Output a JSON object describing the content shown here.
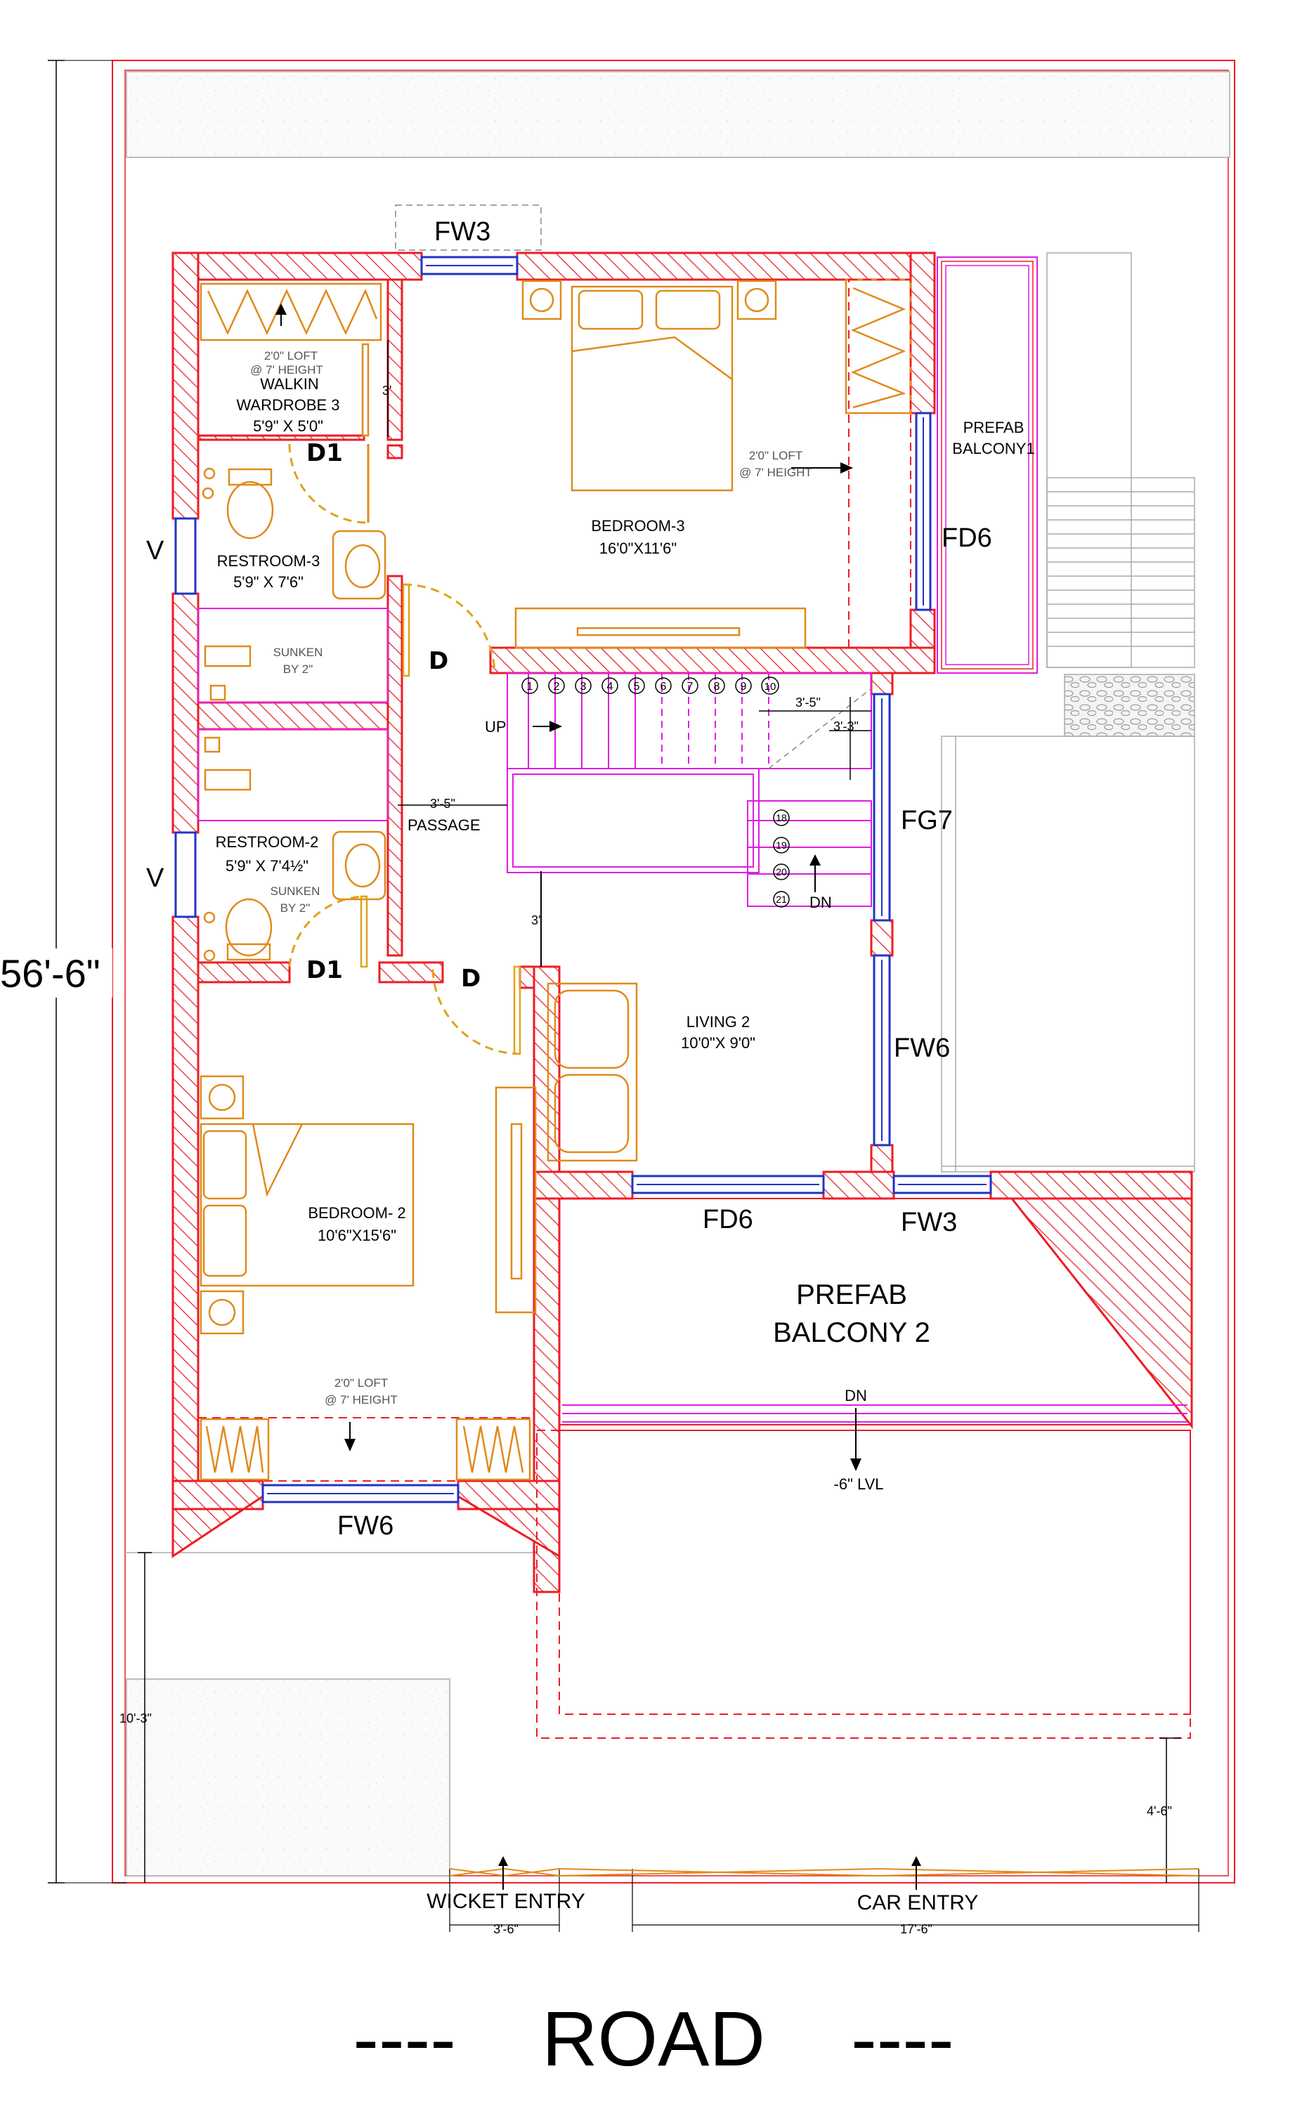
{
  "rooms": {
    "bedroom3_name": "BEDROOM-3",
    "bedroom3_size": "16'0\"X11'6\"",
    "bedroom2_name": "BEDROOM- 2",
    "bedroom2_size": "10'6\"X15'6\"",
    "living2_name": "LIVING 2",
    "living2_size": "10'0\"X 9'0\"",
    "walkin_line1": "WALKIN",
    "walkin_line2": "WARDROBE 3",
    "walkin_size": "5'9\" X 5'0\"",
    "restroom3_name": "RESTROOM-3",
    "restroom3_size": "5'9\" X 7'6\"",
    "restroom2_name": "RESTROOM-2",
    "restroom2_size": "5'9\" X 7'4½\"",
    "passage": "PASSAGE",
    "passage_width": "3'-5\"",
    "prefab_balcony1_line1": "PREFAB",
    "prefab_balcony1_line2": "BALCONY1",
    "prefab_balcony2_line1": "PREFAB",
    "prefab_balcony2_line2": "BALCONY 2"
  },
  "notes": {
    "loft_line1": "2'0\" LOFT",
    "loft_line2": "@ 7' HEIGHT",
    "sunken_line1": "SUNKEN",
    "sunken_line2": "BY 2\"",
    "up": "UP",
    "dn": "DN",
    "level": "-6\" LVL"
  },
  "tags": {
    "fw3_top": "FW3",
    "fd6_right": "FD6",
    "fg7": "FG7",
    "fw6_right": "FW6",
    "fd6_bottom": "FD6",
    "fw3_bottom": "FW3",
    "fw6_bottom": "FW6",
    "v": "V",
    "d1": "D1",
    "d": "D"
  },
  "stairs": {
    "steps_top": [
      "1",
      "2",
      "3",
      "4",
      "5",
      "6",
      "7",
      "8",
      "9",
      "10"
    ],
    "steps_side": [
      "18",
      "19",
      "20",
      "21"
    ],
    "dim_a": "3'-5\"",
    "dim_b": "3'-3\""
  },
  "dimensions": {
    "overall_height": "56'-6\"",
    "set_3": "3'",
    "set_left": "3'",
    "front_setback": "10'-3\"",
    "side_setback": "4'-6\"",
    "wicket_width": "3'-6\"",
    "car_width": "17'-6\""
  },
  "entries": {
    "wicket": "WICKET ENTRY",
    "car": "CAR ENTRY"
  },
  "road": "----    ROAD    ----",
  "colors": {
    "wall": "#ee1c24",
    "window": "#1f33c8",
    "furniture": "#e08a1a",
    "stair": "#e01ce0"
  }
}
